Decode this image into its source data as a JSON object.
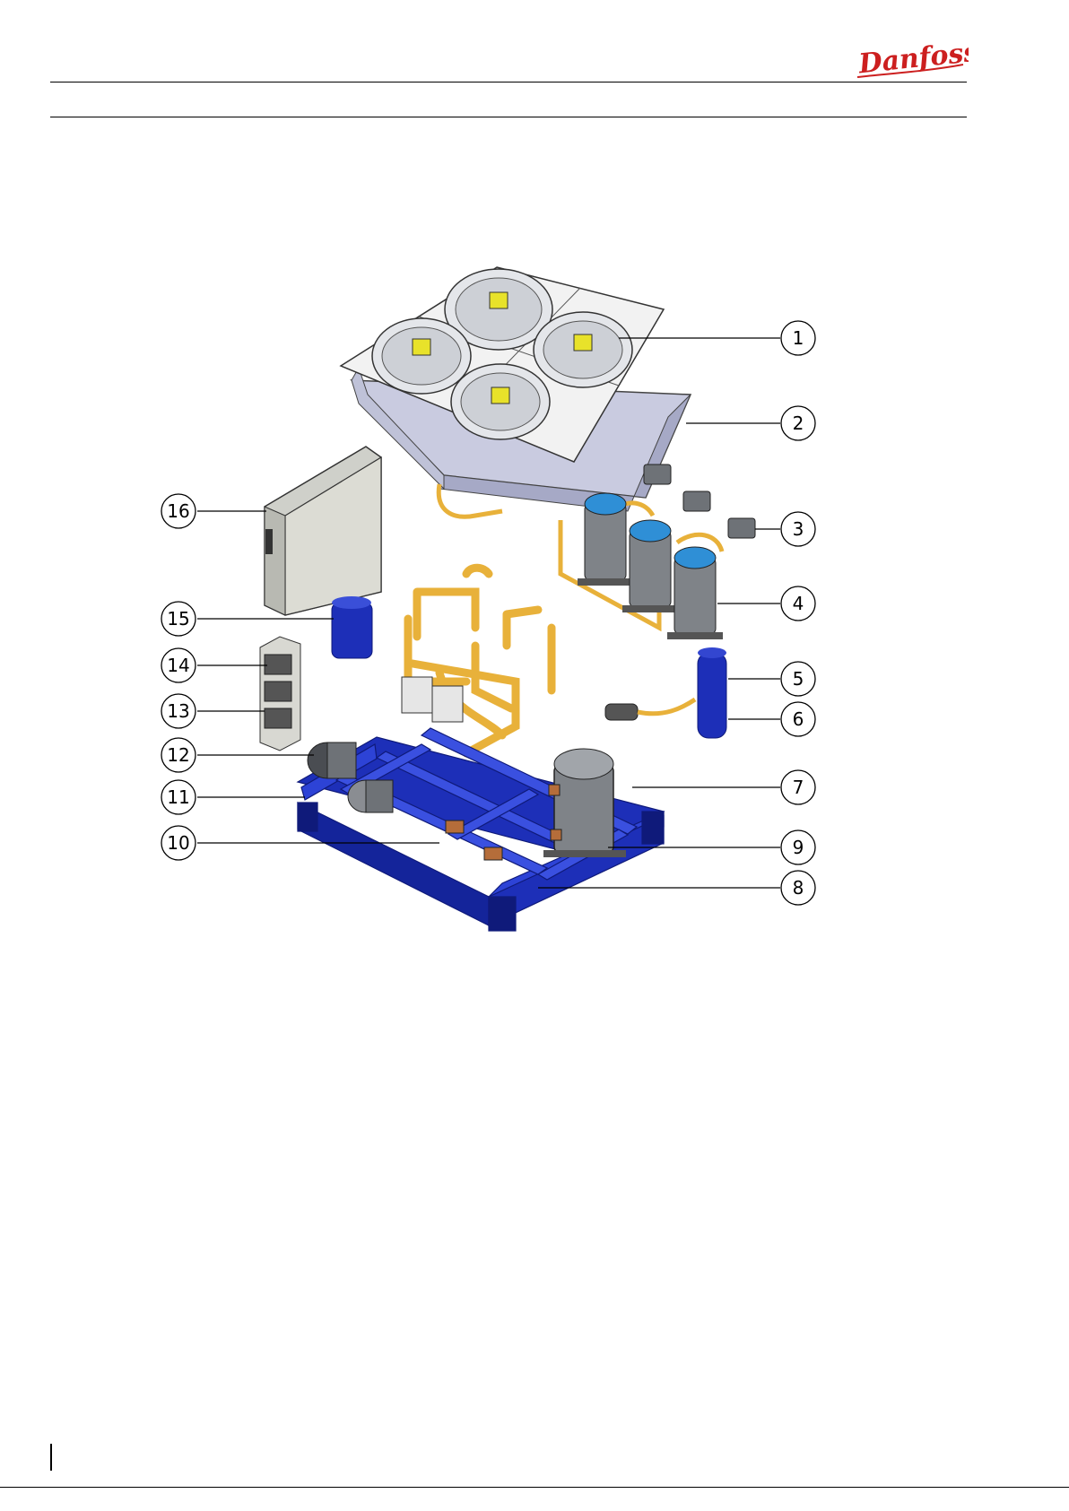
{
  "header": {
    "brand": "Danfoss"
  },
  "figure": {
    "callouts": [
      {
        "number": "1"
      },
      {
        "number": "2"
      },
      {
        "number": "3"
      },
      {
        "number": "4"
      },
      {
        "number": "5"
      },
      {
        "number": "6"
      },
      {
        "number": "7"
      },
      {
        "number": "8"
      },
      {
        "number": "9"
      },
      {
        "number": "10"
      },
      {
        "number": "11"
      },
      {
        "number": "12"
      },
      {
        "number": "13"
      },
      {
        "number": "14"
      },
      {
        "number": "15"
      },
      {
        "number": "16"
      }
    ]
  },
  "colors": {
    "frame_blue": "#1d2fb8",
    "frame_dark": "#0f1a7a",
    "pipe_yellow": "#e8b13a",
    "compressor_gray": "#7f8388",
    "compressor_blue_cap": "#2f8fd6",
    "panel_gray": "#d6d6d0",
    "brand_red": "#cc1f1f"
  }
}
